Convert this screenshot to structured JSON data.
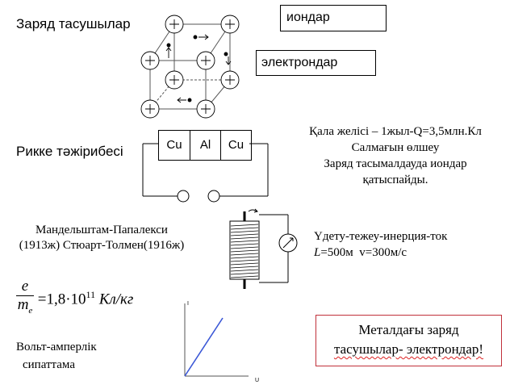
{
  "carriers": {
    "title": "Заряд тасушылар",
    "ions_label": "иондар",
    "electrons_label": "электрондар"
  },
  "rikke": {
    "title": "Рикке тәжірибесі",
    "metals": [
      "Cu",
      "Al",
      "Cu"
    ],
    "notes": [
      "Қала желісі – 1жыл-Q=3,5млн.Кл",
      "Салмағын өлшеу",
      "Заряд тасымалдауда иондар",
      "қатыспайды."
    ]
  },
  "mp": {
    "line1": "Мандельштам-Папалекси",
    "line2": "(1913ж) Стюарт-Толмен(1916ж)",
    "desc_line1": "Үдету-тежеу-инерция-ток",
    "desc_L": "L",
    "desc_L_value": "=500м",
    "desc_v": "v=300м/с"
  },
  "formula": {
    "numerator": "e",
    "denominator": "m",
    "denominator_sub": "e",
    "equals": "=1,8·10",
    "exponent": "11",
    "unit": " Кл/кг"
  },
  "va": {
    "line1": "Вольт-амперлік",
    "line2": "сипаттама",
    "axis_y": "I",
    "axis_x": "U"
  },
  "conclusion": {
    "line1": "Металдағы заряд",
    "line2": "тасушылар- электрондар!"
  },
  "colors": {
    "va_line": "#3a57d6",
    "conclusion_border": "#c0303a",
    "underline": "#d22"
  }
}
